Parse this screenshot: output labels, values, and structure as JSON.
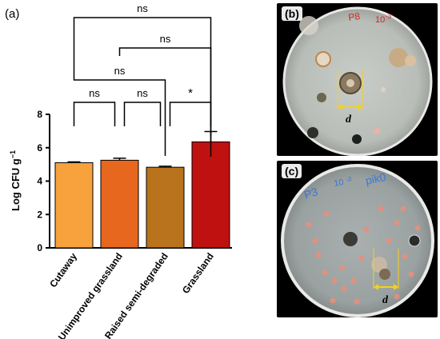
{
  "panel_a_label": "(a)",
  "chart_data": {
    "type": "bar",
    "categories": [
      "Cutaway",
      "Unimproved grassland",
      "Raised semi-degraded",
      "Grassland"
    ],
    "values": [
      5.1,
      5.25,
      4.83,
      6.35
    ],
    "errors": [
      0.05,
      0.12,
      0.06,
      0.62
    ],
    "colors": [
      "#F7A23C",
      "#E6671D",
      "#B8731C",
      "#C01111"
    ],
    "ylabel": "Log CFU g",
    "ylabel_superscript": "−1",
    "ylim": [
      0,
      8
    ],
    "yticks": [
      0,
      2,
      4,
      6,
      8
    ],
    "significance": [
      {
        "pair": [
          0,
          3
        ],
        "label": "ns"
      },
      {
        "pair": [
          1,
          3
        ],
        "label": "ns"
      },
      {
        "pair": [
          0,
          2
        ],
        "label": "ns"
      },
      {
        "pair": [
          0,
          1
        ],
        "label": "ns"
      },
      {
        "pair": [
          1,
          2
        ],
        "label": "ns"
      },
      {
        "pair": [
          2,
          3
        ],
        "label": "*"
      }
    ]
  },
  "photos": [
    {
      "label": "(b)",
      "handwriting": [
        "P8",
        "10",
        "-3"
      ],
      "measure_label": "d"
    },
    {
      "label": "(c)",
      "handwriting": [
        "P3",
        "10",
        "-3",
        "pik0"
      ],
      "measure_label": "d"
    }
  ]
}
